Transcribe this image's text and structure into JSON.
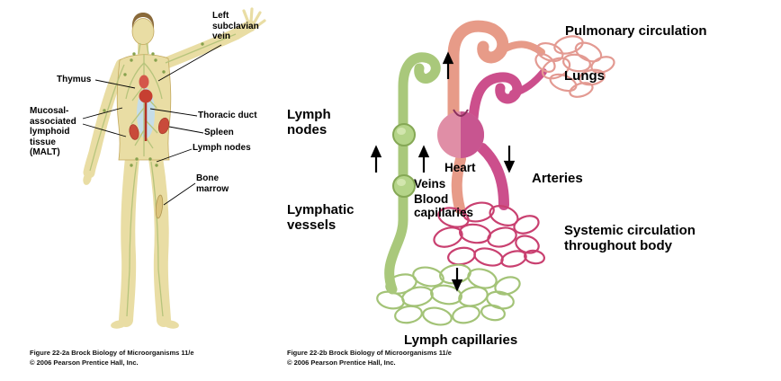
{
  "page": {
    "background": "#ffffff"
  },
  "palette": {
    "body_tan": "#e9dda4",
    "lymph_green": "#a9c87b",
    "node_green": "#b4d488",
    "vein_salmon": "#e79b88",
    "artery_magenta": "#cc4f8c",
    "capillary_red": "#c94070",
    "lungs_mesh_pink": "#e39a92",
    "organ_red": "#c94b3a",
    "label_black": "#000000"
  },
  "figure_a": {
    "labels": {
      "left_subclavian_vein": "Left\nsubclavian\nvein",
      "thymus": "Thymus",
      "malt": "Mucosal-\nassociated\nlymphoid\ntissue\n(MALT)",
      "thoracic_duct": "Thoracic duct",
      "spleen": "Spleen",
      "lymph_nodes": "Lymph nodes",
      "bone_marrow": "Bone\nmarrow"
    },
    "caption": "Figure 22-2a Brock Biology of Microorganisms 11/e\n© 2006 Pearson Prentice Hall, Inc."
  },
  "figure_b": {
    "labels": {
      "pulmonary_circulation": "Pulmonary circulation",
      "lungs": "Lungs",
      "lymph_nodes": "Lymph\nnodes",
      "heart": "Heart",
      "veins": "Veins",
      "blood_capillaries": "Blood\ncapillaries",
      "arteries": "Arteries",
      "lymphatic_vessels": "Lymphatic\nvessels",
      "systemic_circulation": "Systemic circulation\nthroughout body",
      "lymph_capillaries": "Lymph capillaries"
    },
    "caption": "Figure 22-2b Brock Biology of Microorganisms 11/e\n© 2006 Pearson Prentice Hall, Inc."
  }
}
